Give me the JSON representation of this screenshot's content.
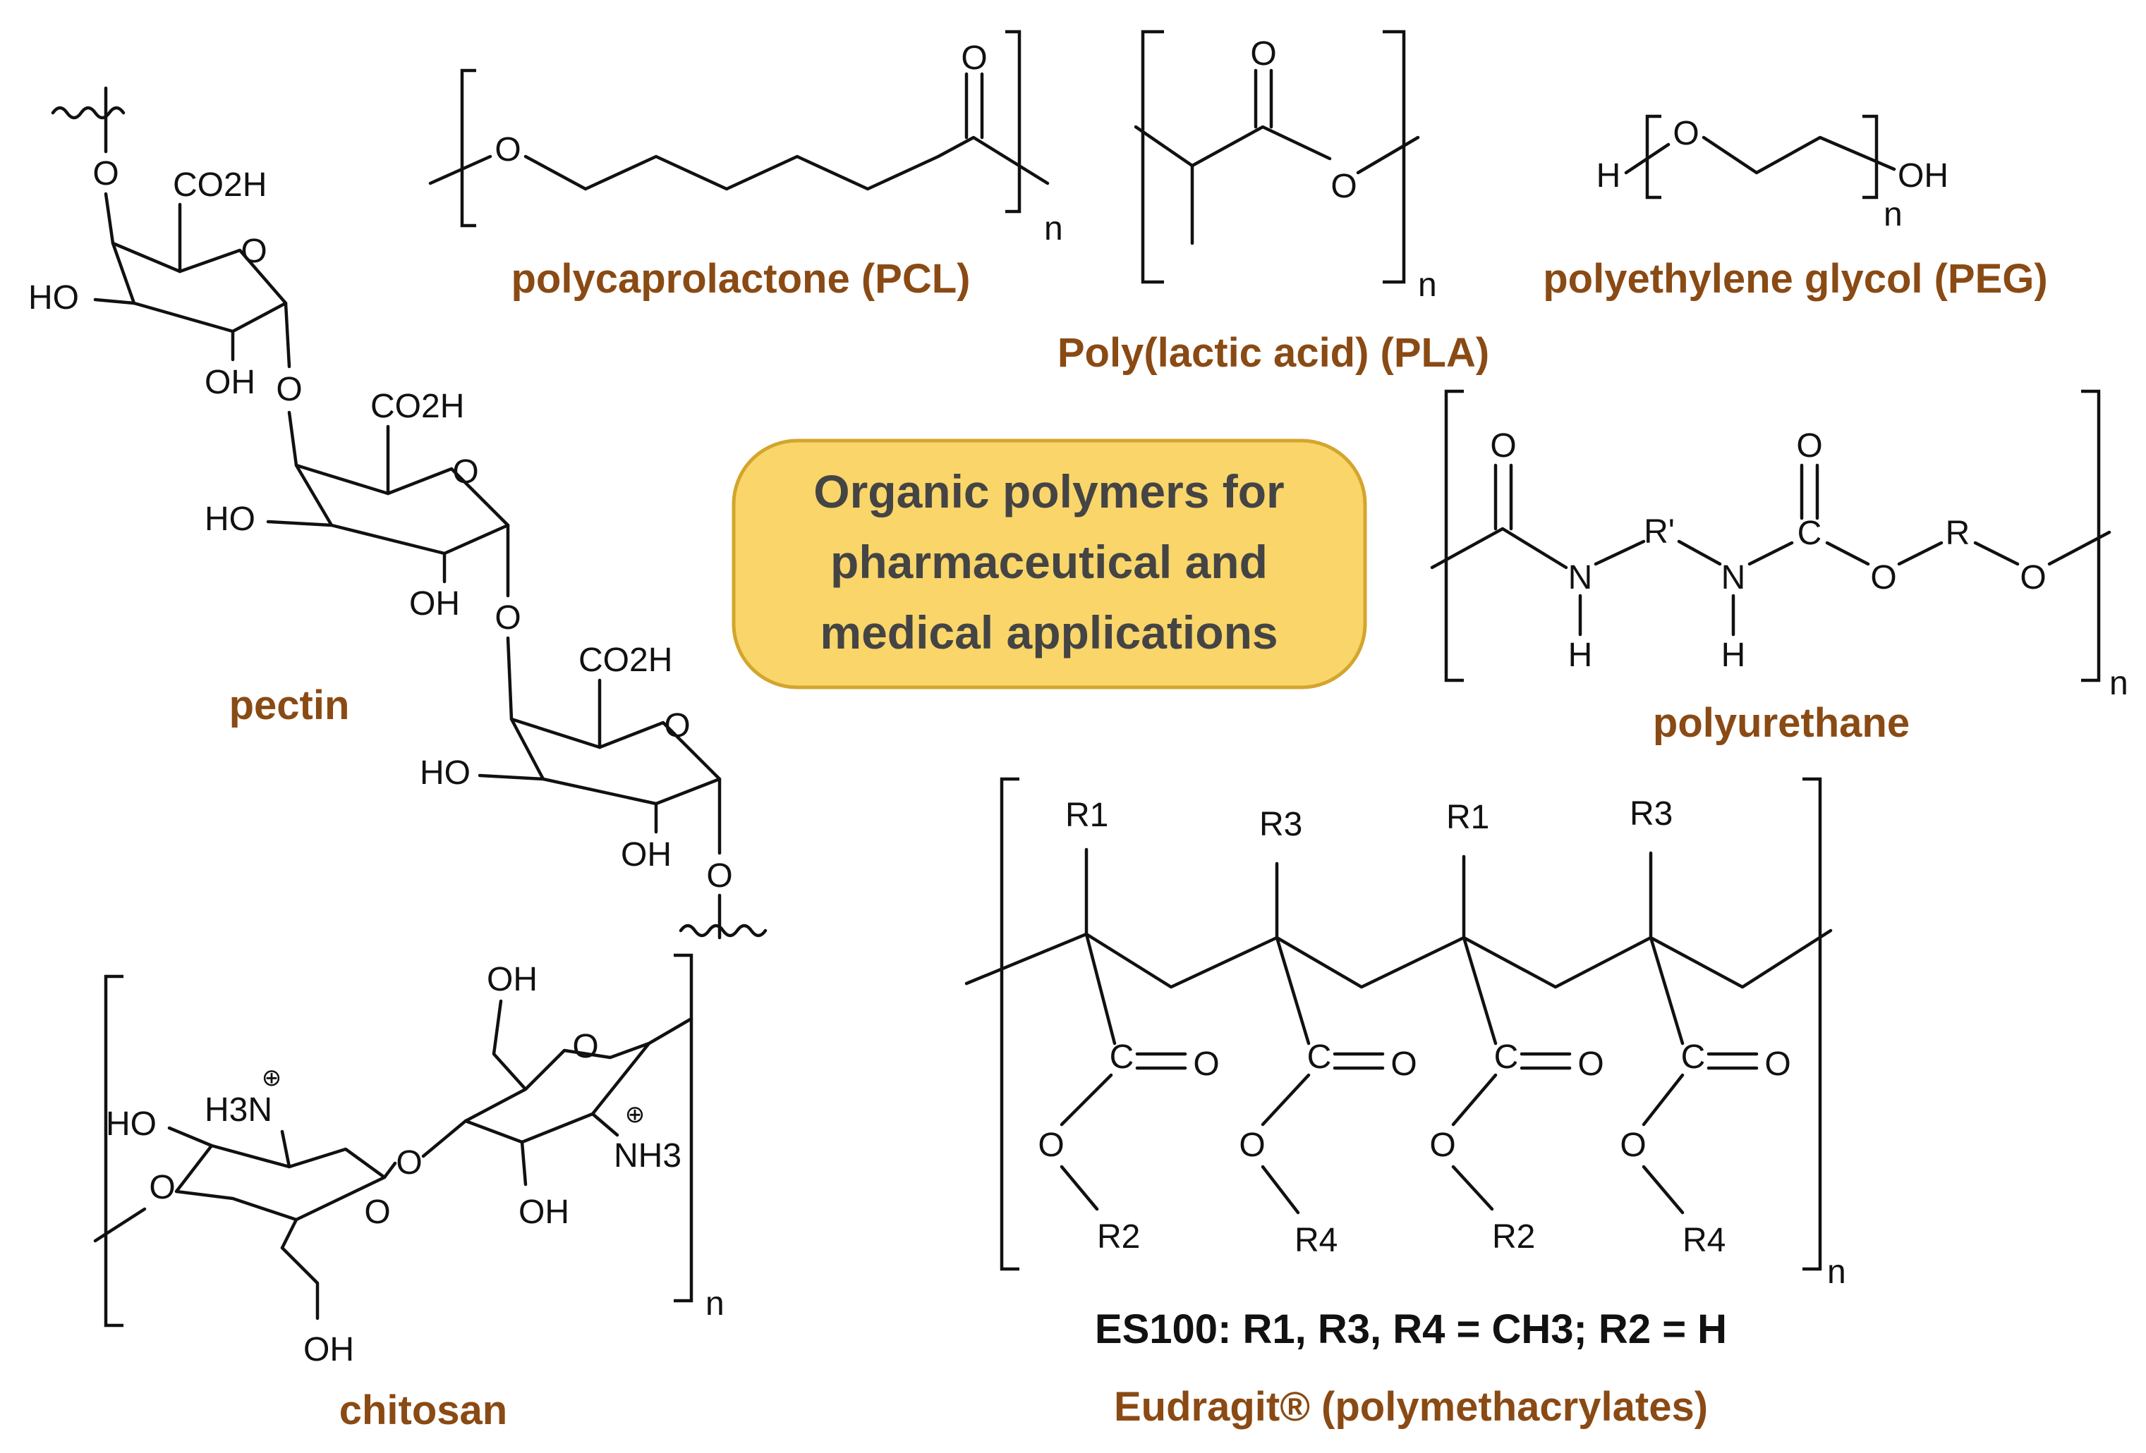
{
  "center": {
    "line1": "Organic polymers for",
    "line2": "pharmaceutical and",
    "line3": "medical applications"
  },
  "labels": {
    "pcl": "polycaprolactone (PCL)",
    "pla": "Poly(lactic acid) (PLA)",
    "peg": "polyethylene glycol (PEG)",
    "polyurethane": "polyurethane",
    "pectin": "pectin",
    "chitosan": "chitosan",
    "eudragit": "Eudragit® (polymethacrylates)",
    "es100": "ES100: R1, R3, R4 = CH3; R2 = H"
  },
  "atoms": {
    "O": "O",
    "H": "H",
    "N": "N",
    "C": "C",
    "OH": "OH",
    "HO": "HO",
    "n": "n",
    "R": "R",
    "R_prime": "R'",
    "R1": "R1",
    "R2": "R2",
    "R3": "R3",
    "R4": "R4",
    "CO2H": "CO2H",
    "H3N": "H3N",
    "NH3": "NH3"
  },
  "colors": {
    "label": "#8a4a14",
    "es100": "#111111",
    "box_fill": "#f9d56a",
    "box_text": "#444444"
  }
}
